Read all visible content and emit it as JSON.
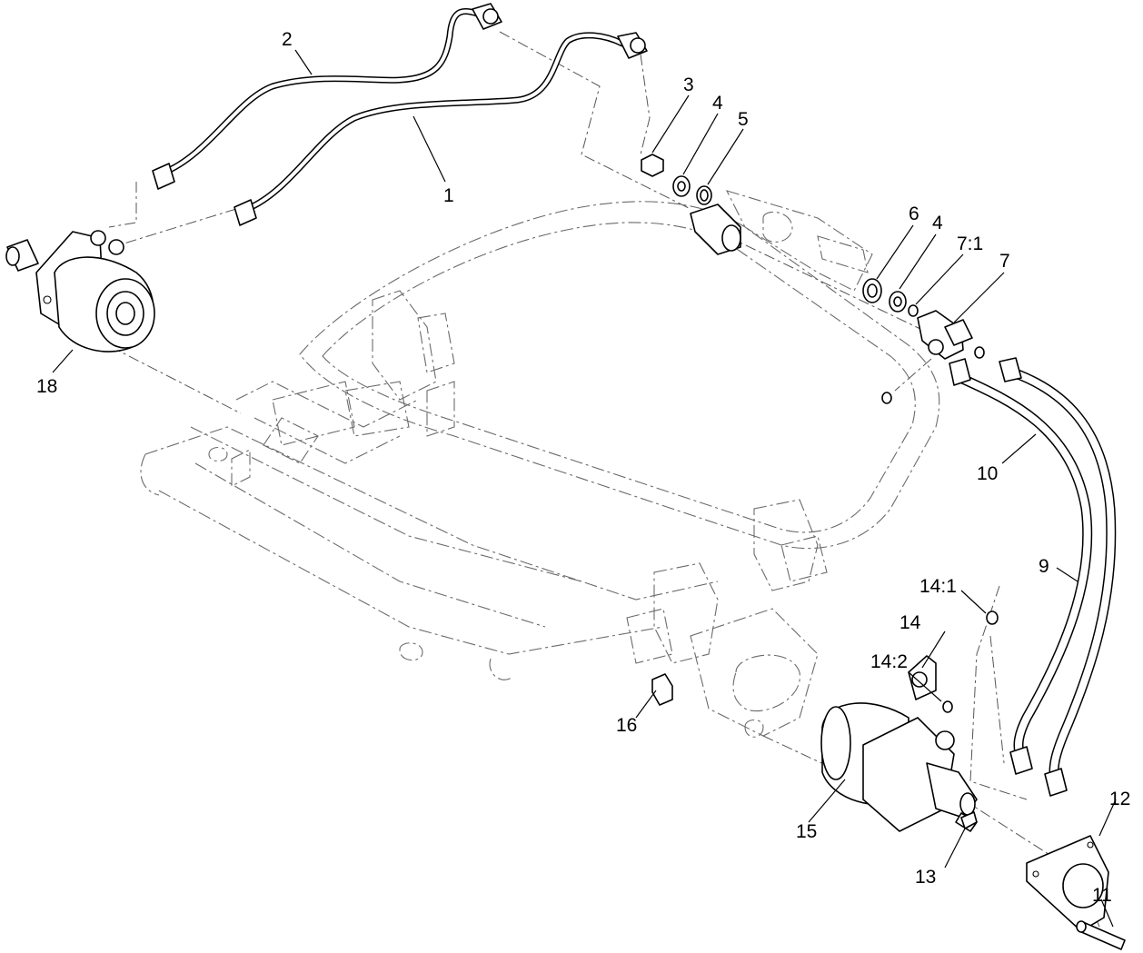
{
  "diagram": {
    "callouts": [
      {
        "id": "c1",
        "text": "1"
      },
      {
        "id": "c2",
        "text": "2"
      },
      {
        "id": "c3",
        "text": "3"
      },
      {
        "id": "c4a",
        "text": "4"
      },
      {
        "id": "c5",
        "text": "5"
      },
      {
        "id": "c6",
        "text": "6"
      },
      {
        "id": "c4b",
        "text": "4"
      },
      {
        "id": "c7_1",
        "text": "7:1"
      },
      {
        "id": "c7",
        "text": "7"
      },
      {
        "id": "c10",
        "text": "10"
      },
      {
        "id": "c9",
        "text": "9"
      },
      {
        "id": "c14_1",
        "text": "14:1"
      },
      {
        "id": "c14",
        "text": "14"
      },
      {
        "id": "c14_2",
        "text": "14:2"
      },
      {
        "id": "c16",
        "text": "16"
      },
      {
        "id": "c15",
        "text": "15"
      },
      {
        "id": "c13",
        "text": "13"
      },
      {
        "id": "c12",
        "text": "12"
      },
      {
        "id": "c11",
        "text": "11"
      },
      {
        "id": "c18",
        "text": "18"
      }
    ]
  }
}
